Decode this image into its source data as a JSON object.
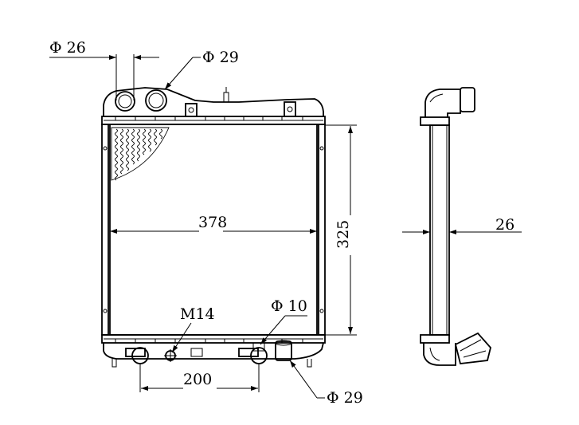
{
  "labels": {
    "dia_top_left": "Φ 26",
    "dia_top_right": "Φ 29",
    "width": "378",
    "height": "325",
    "thickness": "26",
    "thread": "M14",
    "dia_drain": "Φ 10",
    "dia_bottom": "Φ 29",
    "bottom_spacing": "200"
  },
  "colors": {
    "line": "#000000",
    "background": "#ffffff"
  }
}
